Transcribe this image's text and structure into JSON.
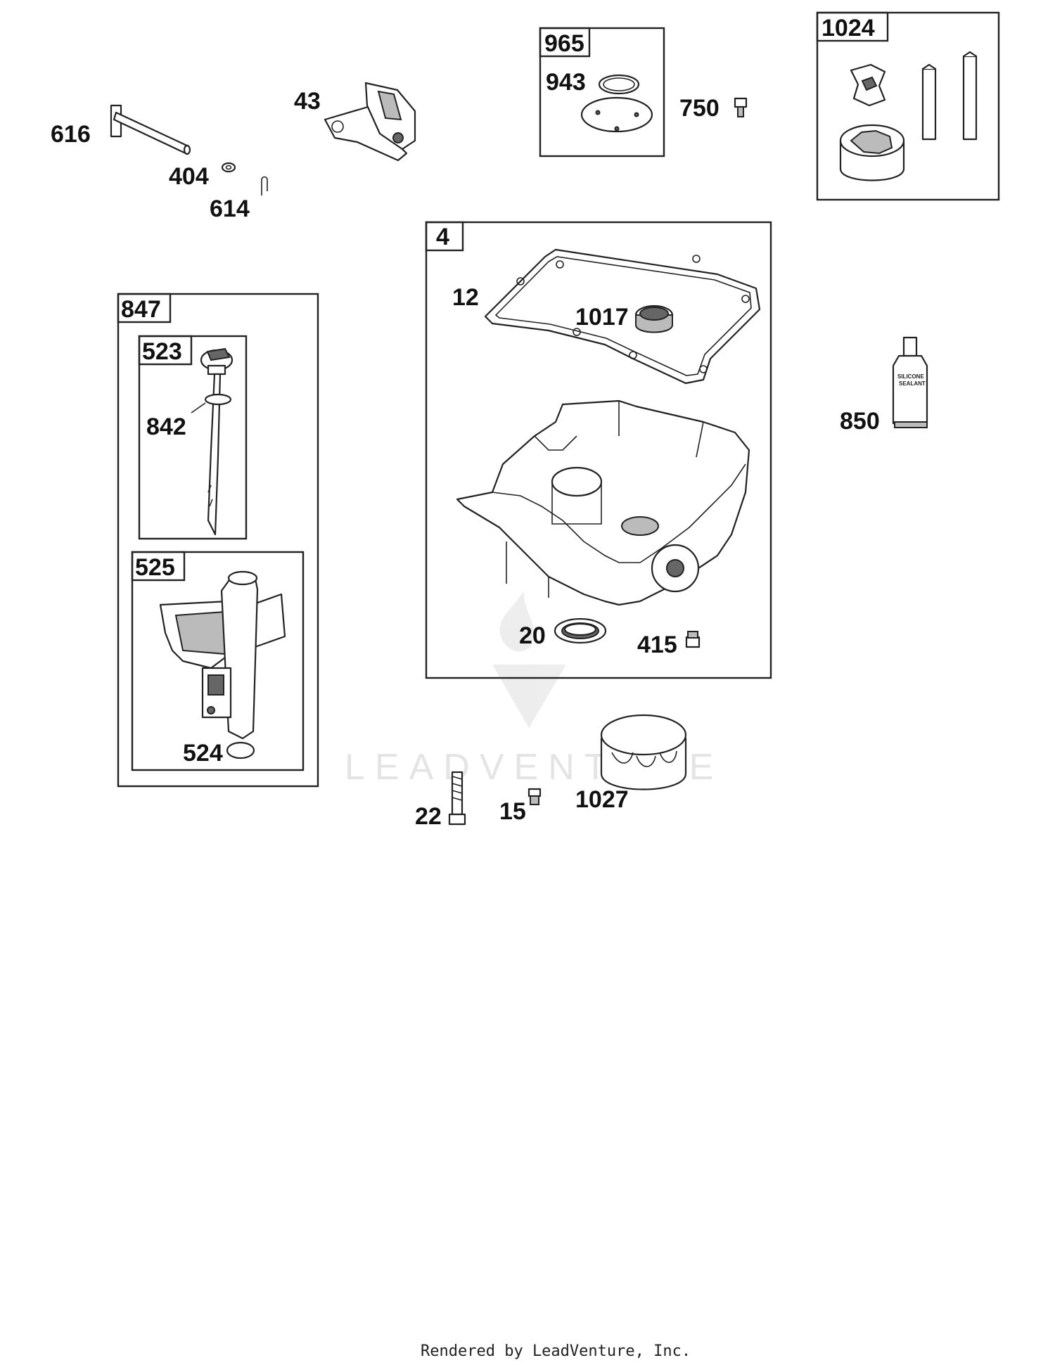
{
  "boxes": {
    "b965": "965",
    "b1024": "1024",
    "b4": "4",
    "b847": "847",
    "b523": "523",
    "b525": "525"
  },
  "callouts": {
    "p616": "616",
    "p404": "404",
    "p614": "614",
    "p43": "43",
    "p943": "943",
    "p750": "750",
    "p12": "12",
    "p1017": "1017",
    "p850": "850",
    "p842": "842",
    "p20": "20",
    "p415": "415",
    "p524": "524",
    "p22": "22",
    "p15": "15",
    "p1027": "1027"
  },
  "tube_text": [
    "SILICONE",
    "SEALANT"
  ],
  "watermark": "LEADVENTURE",
  "footer": "Rendered by LeadVenture, Inc."
}
